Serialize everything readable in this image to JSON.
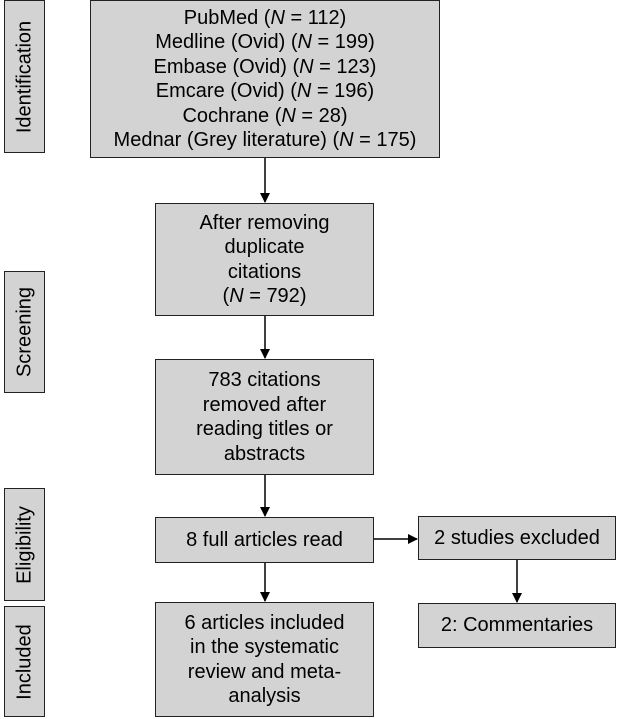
{
  "stages": {
    "identification": "Identification",
    "screening": "Screening",
    "eligibility": "Eligibility",
    "included": "Included"
  },
  "n_symbol": "N",
  "sources": [
    {
      "name": "PubMed",
      "count": "112"
    },
    {
      "name": "Medline (Ovid)",
      "count": "199"
    },
    {
      "name": "Embase (Ovid)",
      "count": "123"
    },
    {
      "name": "Emcare (Ovid)",
      "count": "196"
    },
    {
      "name": "Cochrane",
      "count": "28"
    },
    {
      "name": "Mednar (Grey literature)",
      "count": "175"
    }
  ],
  "after_duplicates": {
    "line1": "After removing",
    "line2": "duplicate",
    "line3": "citations",
    "count": "792"
  },
  "removed": {
    "lines": [
      "783 citations",
      "removed after",
      "reading titles or",
      "abstracts"
    ]
  },
  "full_read": "8 full articles read",
  "excluded": "2 studies excluded",
  "commentaries": "2: Commentaries",
  "included": {
    "lines": [
      "6 articles included",
      "in the systematic",
      "review and meta-",
      "analysis"
    ]
  }
}
